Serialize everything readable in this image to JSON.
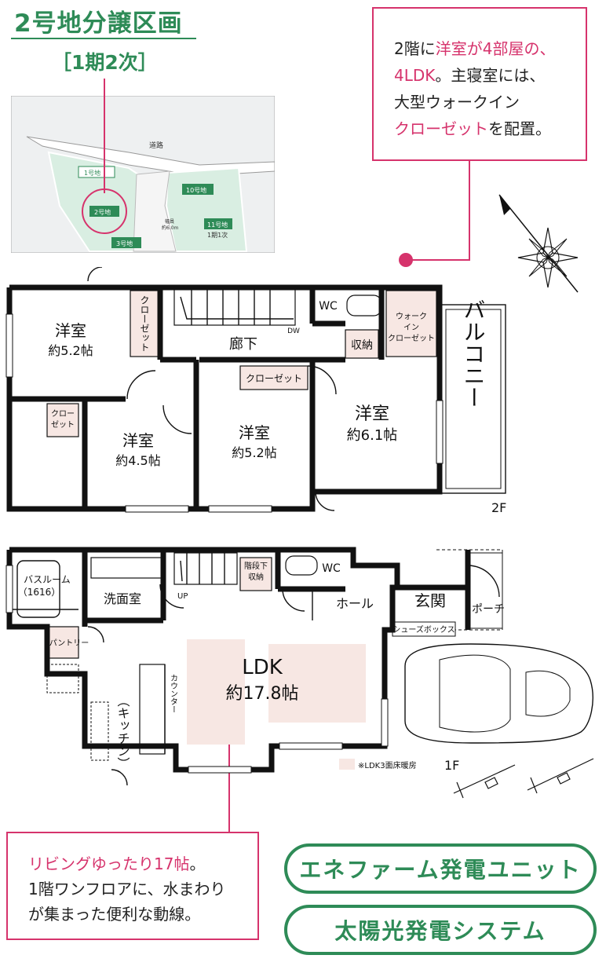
{
  "header": {
    "title": "2号地分譲区画",
    "subtitle": "［1期2次］"
  },
  "siteMap": {
    "road": "道路",
    "lots": [
      "1号地",
      "2号地",
      "3号地",
      "10号地",
      "11号地",
      "1期1次"
    ],
    "roadWidthLabel": "幅員",
    "roadWidthValue": "約6.0m"
  },
  "calloutTop": {
    "line1a": "2階に",
    "line1b": "洋室が4部屋の、",
    "line2a": "4LDK",
    "line2b": "。主寝室には、",
    "line3": "大型ウォークイン",
    "line4a": "クローゼット",
    "line4b": "を配置。"
  },
  "floor2": {
    "label": "2F",
    "rooms": {
      "r1": "洋室",
      "r1size": "約5.2帖",
      "r2": "洋室",
      "r2size": "約4.5帖",
      "r3": "洋室",
      "r3size": "約5.2帖",
      "r4": "洋室",
      "r4size": "約6.1帖"
    },
    "closet1": "クローゼット",
    "closet2a": "クロー",
    "closet2b": "ゼット",
    "closet3": "クローゼット",
    "corridor": "廊下",
    "dw": "DW",
    "wc": "WC",
    "storage": "収納",
    "walkin1": "ウォーク",
    "walkin2": "イン",
    "walkin3": "クローゼット",
    "balcony": "バルコニー"
  },
  "floor1": {
    "label": "1F",
    "bath1": "バスルーム",
    "bath2": "（1616）",
    "washroom": "洗面室",
    "up": "UP",
    "stairStorage1": "階段下",
    "stairStorage2": "収納",
    "wc": "WC",
    "hall": "ホール",
    "entrance": "玄関",
    "porch": "ポーチ",
    "shoebox": "シューズボックス",
    "pantry": "パントリー",
    "counter": "カウンター",
    "kitchen": "（キッチン）",
    "ldk": "LDK",
    "ldksize": "約17.8帖",
    "heatingNote": "※LDK3面床暖房"
  },
  "calloutBottom": {
    "line1a": "リビングゆったり17帖",
    "line1b": "。",
    "line2": "1階ワンフロアに、水まわり",
    "line3": "が集まった便利な動線。"
  },
  "features": {
    "enefarm": "エネファーム発電ユニット",
    "solar": "太陽光発電システム"
  },
  "colors": {
    "accentGreen": "#2e8b57",
    "accentPink": "#d6336c",
    "closetFill": "#f7e7e3"
  }
}
